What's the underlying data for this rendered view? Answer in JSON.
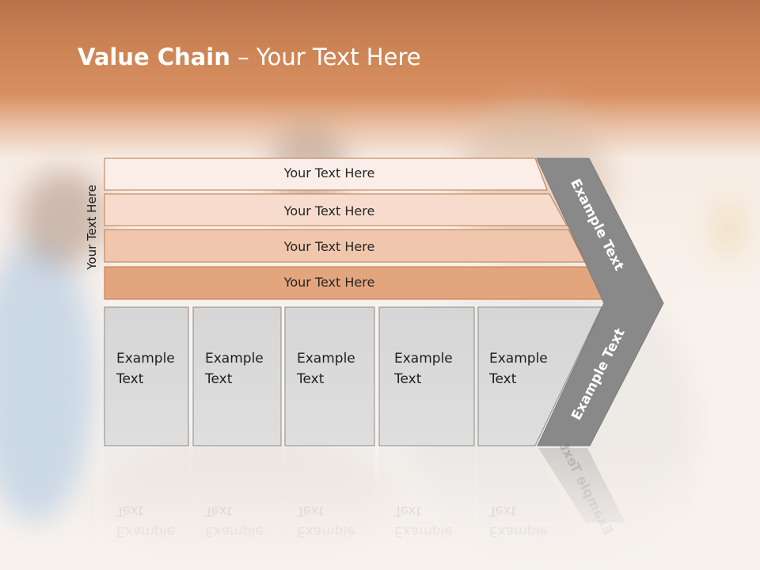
{
  "title": {
    "bold": "Value Chain",
    "rest": " – Your Text Here"
  },
  "vertical_label": "Your Text Here",
  "bands": [
    {
      "label": "Your Text Here",
      "color": "#fbeee8"
    },
    {
      "label": "Your Text Here",
      "color": "#f7dccd"
    },
    {
      "label": "Your Text Here",
      "color": "#f0c7ac"
    },
    {
      "label": "Your Text Here",
      "color": "#e2a57e"
    }
  ],
  "cells": [
    {
      "line1": "Example",
      "line2": "Text"
    },
    {
      "line1": "Example",
      "line2": "Text"
    },
    {
      "line1": "Example",
      "line2": "Text"
    },
    {
      "line1": "Example",
      "line2": "Text"
    },
    {
      "line1": "Example",
      "line2": "Text"
    }
  ],
  "chevron": {
    "upper_label": "Example Text",
    "lower_label": "Example Text",
    "color": "#898989"
  },
  "colors": {
    "header": "#cc8455",
    "cell_fill": "#d9d9d9",
    "band_border": "#c07848"
  }
}
